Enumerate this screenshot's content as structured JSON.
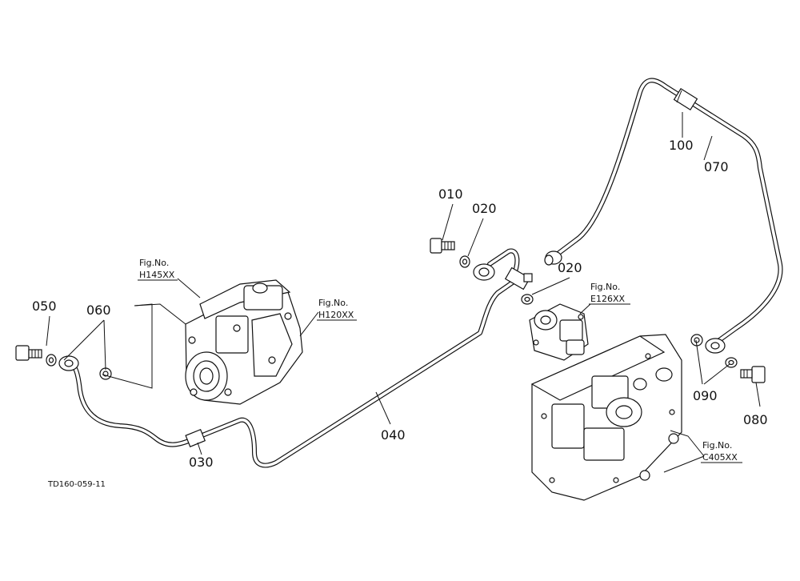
{
  "labels": {
    "p010": "010",
    "p020a": "020",
    "p020b": "020",
    "p030": "030",
    "p040": "040",
    "p050": "050",
    "p060": "060",
    "p070": "070",
    "p080": "080",
    "p090": "090",
    "p100": "100"
  },
  "refs": {
    "h145_line1": "Fig.No.",
    "h145_line2": "H145XX",
    "h120_line1": "Fig.No.",
    "h120_line2": "H120XX",
    "e126_line1": "Fig.No.",
    "e126_line2": "E126XX",
    "c405_line1": "Fig.No.",
    "c405_line2": "C405XX"
  },
  "drawing_code": "TD160-059-11"
}
